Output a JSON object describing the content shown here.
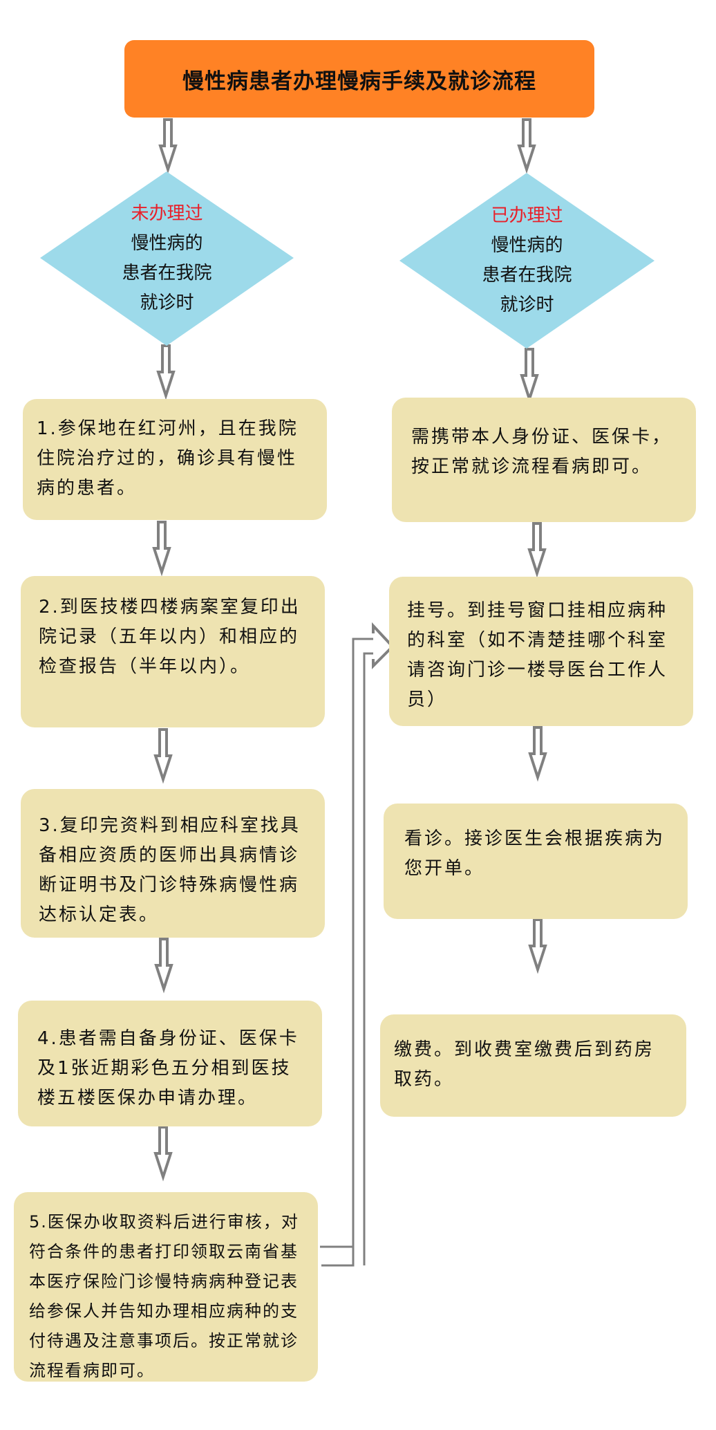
{
  "title": "慢性病患者办理慢病手续及就诊流程",
  "colors": {
    "title_bg": "#FF8225",
    "decision_bg": "#9DDAEA",
    "step_bg": "#EEE3B1",
    "arrow": "#808080",
    "highlight_text": "#E8202A"
  },
  "left_branch": {
    "decision": {
      "highlight": "未办理过",
      "lines": [
        "慢性病的",
        "患者在我院",
        "就诊时"
      ]
    },
    "steps": [
      "1.参保地在红河州，且在我院住院治疗过的，确诊具有慢性病的患者。",
      "2.到医技楼四楼病案室复印出院记录（五年以内）和相应的检查报告（半年以内）。",
      "3.复印完资料到相应科室找具备相应资质的医师出具病情诊断证明书及门诊特殊病慢性病达标认定表。",
      "4.患者需自备身份证、医保卡及1张近期彩色五分相到医技楼五楼医保办申请办理。",
      "5.医保办收取资料后进行审核，对符合条件的患者打印领取云南省基本医疗保险门诊慢特病病种登记表给参保人并告知办理相应病种的支付待遇及注意事项后。按正常就诊流程看病即可。"
    ]
  },
  "right_branch": {
    "decision": {
      "highlight": "已办理过",
      "lines": [
        "慢性病的",
        "患者在我院",
        "就诊时"
      ]
    },
    "steps": [
      "需携带本人身份证、医保卡，按正常就诊流程看病即可。",
      "挂号。到挂号窗口挂相应病种的科室（如不清楚挂哪个科室请咨询门诊一楼导医台工作人员）",
      "看诊。接诊医生会根据疾病为您开单。",
      "缴费。到收费室缴费后到药房取药。"
    ]
  }
}
